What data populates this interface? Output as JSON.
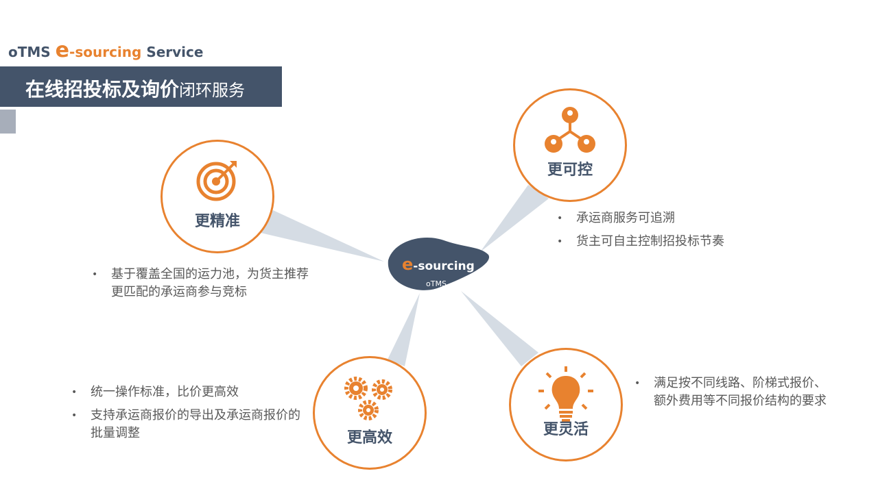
{
  "header": {
    "brand_prefix": "oTMS",
    "brand_e": "e",
    "brand_sourcing": "-sourcing",
    "brand_suffix": "Service",
    "title_bold": "在线招投标及询价",
    "title_normal": "闭环服务"
  },
  "center": {
    "e": "e",
    "label": "-sourcing",
    "sub": "oTMS"
  },
  "nodes": [
    {
      "label": "更精准",
      "icon": "target-icon",
      "bullets": [
        "基于覆盖全国的运力池，为货主推荐更匹配的承运商参与竞标"
      ]
    },
    {
      "label": "更可控",
      "icon": "network-users-icon",
      "bullets": [
        "承运商服务可追溯",
        "货主可自主控制招投标节奏"
      ]
    },
    {
      "label": "更高效",
      "icon": "gears-icon",
      "bullets": [
        "统一操作标准，比价更高效",
        "支持承运商报价的导出及承运商报价的批量调整"
      ]
    },
    {
      "label": "更灵活",
      "icon": "lightbulb-icon",
      "bullets": [
        "满足按不同线路、阶梯式报价、额外费用等不同报价结构的要求"
      ]
    }
  ],
  "colors": {
    "accent": "#E8822F",
    "dark": "#44546A",
    "ray": "#D5DCE4"
  }
}
